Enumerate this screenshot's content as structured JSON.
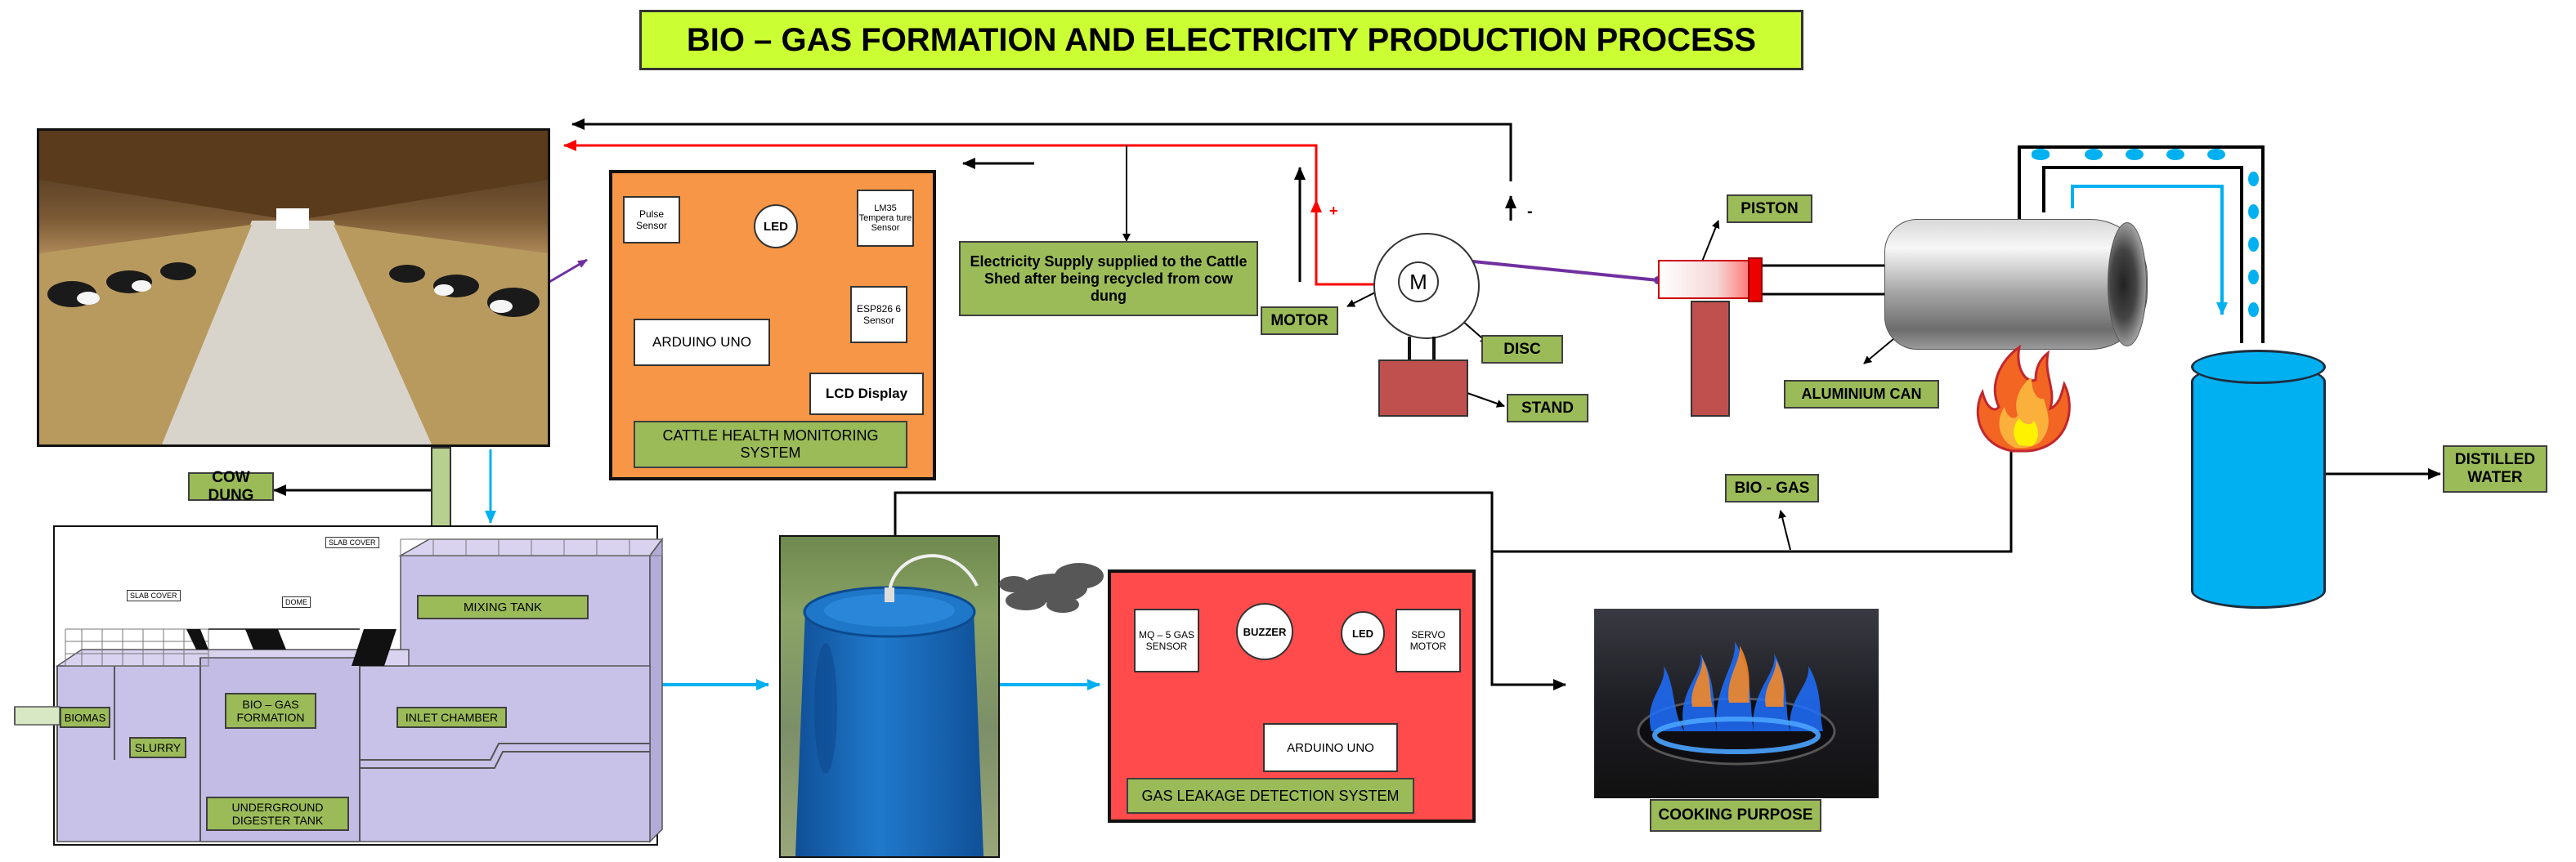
{
  "title": "BIO – GAS FORMATION AND ELECTRICITY PRODUCTION PROCESS",
  "labels": {
    "cow_dung": "COW DUNG",
    "electricity_supply": "Electricity Supply supplied to the Cattle Shed after being recycled from cow dung",
    "motor": "MOTOR",
    "motor_symbol": "M",
    "disc": "DISC",
    "stand": "STAND",
    "piston": "PISTON",
    "aluminium_can": "ALUMINIUM CAN",
    "distilled_water": "DISTILLED WATER",
    "bio_gas": "BIO - GAS",
    "cooking_purpose": "COOKING PURPOSE",
    "plus": "+",
    "minus": "-"
  },
  "cattle_health": {
    "title": "CATTLE HEALTH MONITORING SYSTEM",
    "pulse_sensor": "Pulse Sensor",
    "led": "LED",
    "lm35": "LM35 Tempera ture Sensor",
    "esp": "ESP826 6 Sensor",
    "arduino": "ARDUINO UNO",
    "lcd": "LCD Display"
  },
  "digester": {
    "slab_cover_1": "SLAB COVER",
    "slab_cover_2": "SLAB COVER",
    "dome": "DOME",
    "mixing_tank": "MIXING TANK",
    "biomas": "BIOMAS",
    "slurry": "SLURRY",
    "bio_gas_formation": "BIO – GAS FORMATION",
    "inlet_chamber": "INLET CHAMBER",
    "underground_tank": "UNDERGROUND DIGESTER TANK"
  },
  "gas_leakage": {
    "title": "GAS LEAKAGE DETECTION SYSTEM",
    "mq5": "MQ – 5 GAS SENSOR",
    "buzzer": "BUZZER",
    "led": "LED",
    "servo": "SERVO MOTOR",
    "arduino": "ARDUINO UNO"
  },
  "colors": {
    "title_bg": "#ccff33",
    "label_green": "#9bbb59",
    "cattle_panel": "#f79646",
    "gas_panel": "#ff4b4b",
    "digester_fill": "#c9c2e8",
    "water_blue": "#00b0f0",
    "wire_purple": "#7030a0",
    "wire_red": "#ff0000",
    "stand_red": "#c0504d"
  }
}
